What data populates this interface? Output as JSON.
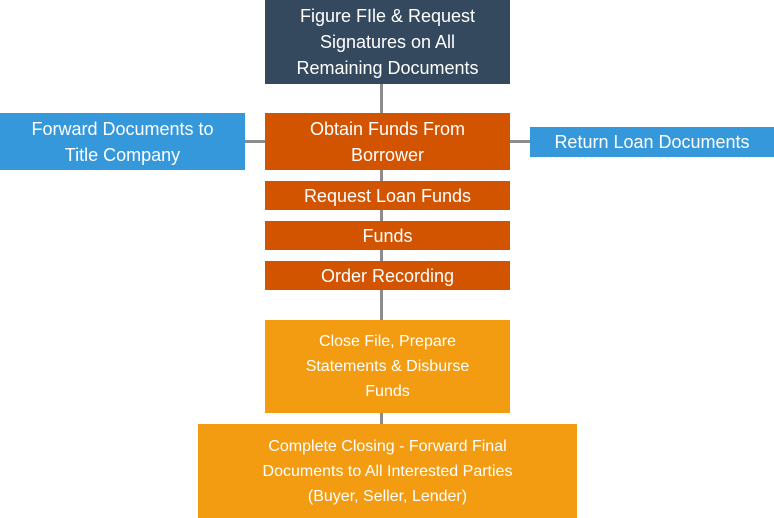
{
  "colors": {
    "dark_slate": "#34495e",
    "dark_orange": "#d35400",
    "blue": "#3498db",
    "light_orange": "#f39c12",
    "connector": "#8c8c8c"
  },
  "nodes": {
    "figure_file": "Figure FIle & Request\nSignatures on All\nRemaining Documents",
    "obtain_funds": "Obtain Funds From\nBorrower",
    "forward_docs": "Forward Documents to\nTitle Company",
    "return_loan": "Return Loan Documents",
    "request_loan": "Request Loan Funds",
    "funds": "Funds",
    "order_recording": "Order Recording",
    "close_file": "Close File, Prepare\nStatements & Disburse\nFunds",
    "complete_closing": "Complete Closing - Forward Final\nDocuments to All Interested Parties\n(Buyer, Seller, Lender)"
  }
}
